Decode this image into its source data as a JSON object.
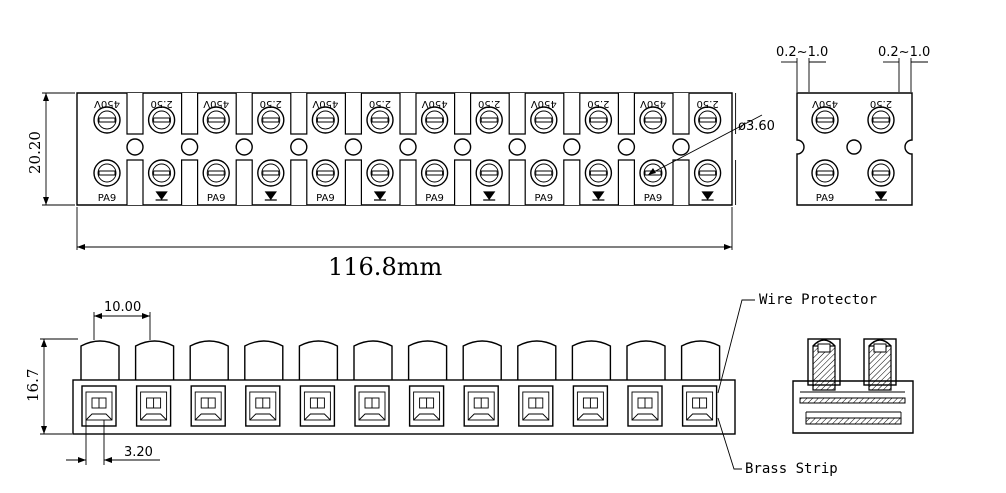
{
  "dimensions": {
    "height_top": "20.20",
    "total_length": "116.8mm",
    "hole_diameter": "ø3.60",
    "wire_range_left": "0.2~1.0",
    "wire_range_right": "0.2~1.0",
    "height_bottom": "16.7",
    "pitch": "10.00",
    "pin_width": "3.20"
  },
  "labels": {
    "voltage": "450V",
    "cross_section": "2.50",
    "material": "PA9",
    "wire_protector": "Wire Protector",
    "brass_strip": "Brass Strip"
  },
  "strip": {
    "positions": 12
  }
}
